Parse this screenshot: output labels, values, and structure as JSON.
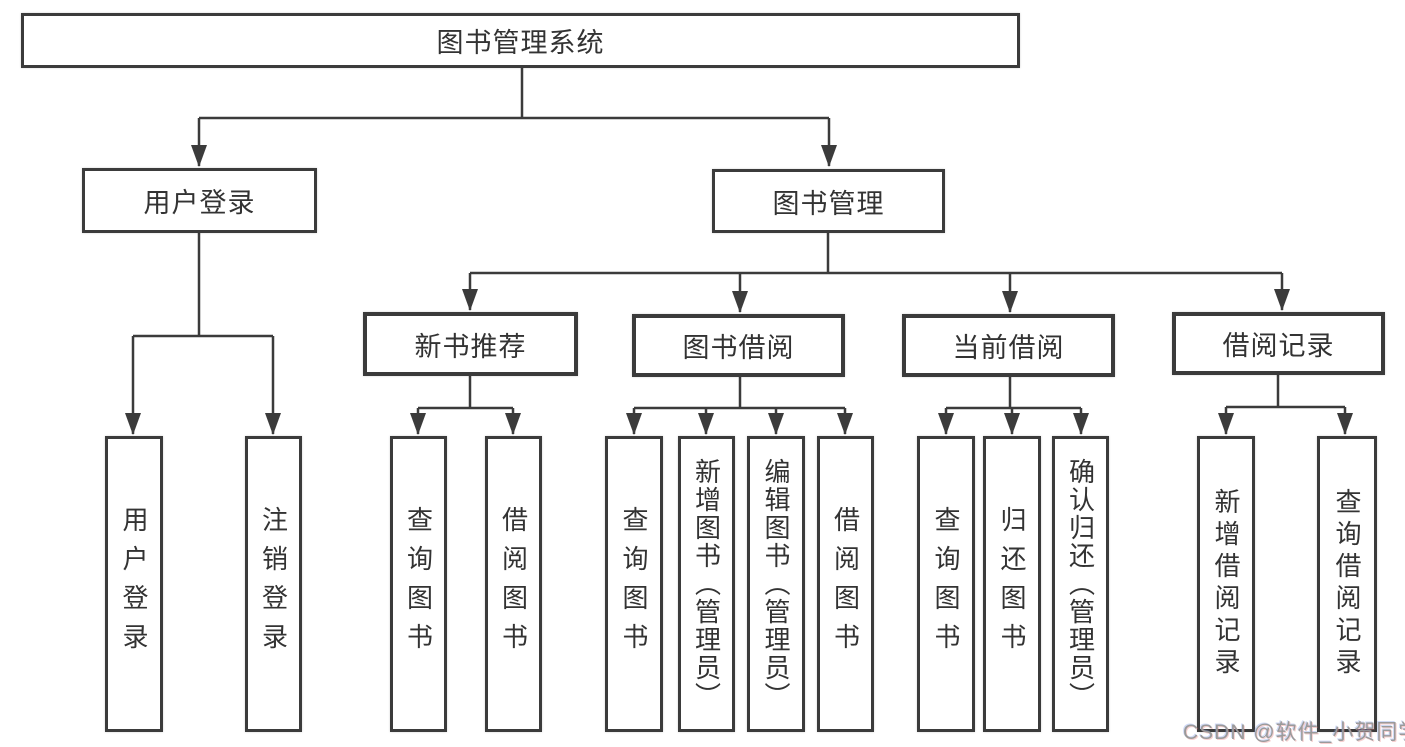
{
  "nodes": {
    "root": "图书管理系统",
    "level2": [
      "用户登录",
      "图书管理"
    ],
    "level3": [
      "新书推荐",
      "图书借阅",
      "当前借阅",
      "借阅记录"
    ],
    "leaves": {
      "login": [
        "用户登录",
        "注销登录"
      ],
      "recommend": [
        "查询图书",
        "借阅图书"
      ],
      "borrow": [
        "查询图书",
        "新增图书（管理员）",
        "编辑图书（管理员）",
        "借阅图书"
      ],
      "current": [
        "查询图书",
        "归还图书",
        "确认归还（管理员）"
      ],
      "records": [
        "新增借阅记录",
        "查询借阅记录"
      ]
    }
  },
  "watermark": "CSDN @软件_小贺同学",
  "colors": {
    "line": "#3b3b3b",
    "text": "#333333",
    "background": "#ffffff",
    "watermark": "#9a9a9a"
  }
}
